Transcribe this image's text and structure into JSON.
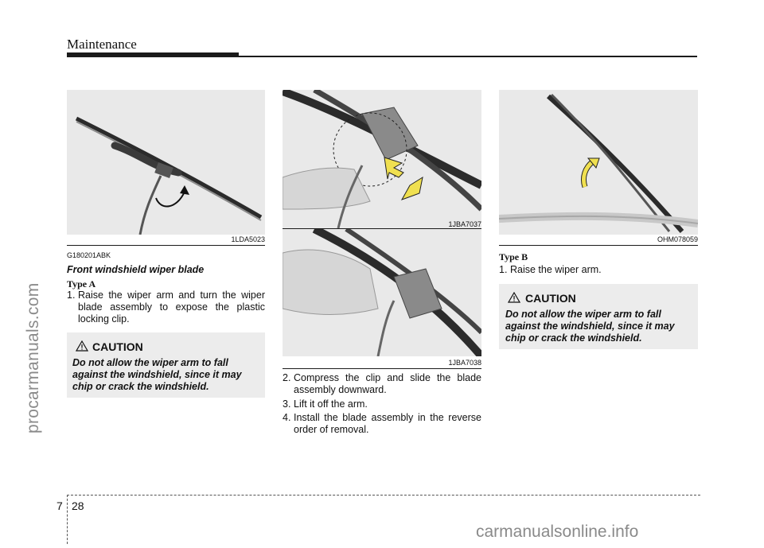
{
  "header": {
    "title": "Maintenance"
  },
  "watermarks": {
    "left": "procarmanuals.com",
    "bottom": "carmanualsonline.info"
  },
  "figures": {
    "fig1": {
      "code": "1LDA5023"
    },
    "fig2": {
      "code": "1JBA7037"
    },
    "fig3": {
      "code": "1JBA7038"
    },
    "fig4": {
      "code": "OHM078059"
    }
  },
  "section": {
    "code": "G180201ABK",
    "title": "Front windshield wiper blade",
    "type_a": "Type A",
    "type_b": "Type B"
  },
  "steps_a": [
    {
      "num": "1.",
      "text": "Raise the wiper arm and turn the wiper blade assembly to expose the plastic locking clip."
    },
    {
      "num": "2.",
      "text": "Compress the clip and slide the blade assembly downward."
    },
    {
      "num": "3.",
      "text": "Lift it off the arm."
    },
    {
      "num": "4.",
      "text": "Install the blade assembly in the reverse order of removal."
    }
  ],
  "steps_b": [
    {
      "num": "1.",
      "text": "Raise the wiper arm."
    }
  ],
  "caution": {
    "heading": "CAUTION",
    "text": "Do not allow the wiper arm to fall against the windshield, since it may chip or crack the windshield."
  },
  "footer": {
    "chapter": "7",
    "page": "28"
  }
}
